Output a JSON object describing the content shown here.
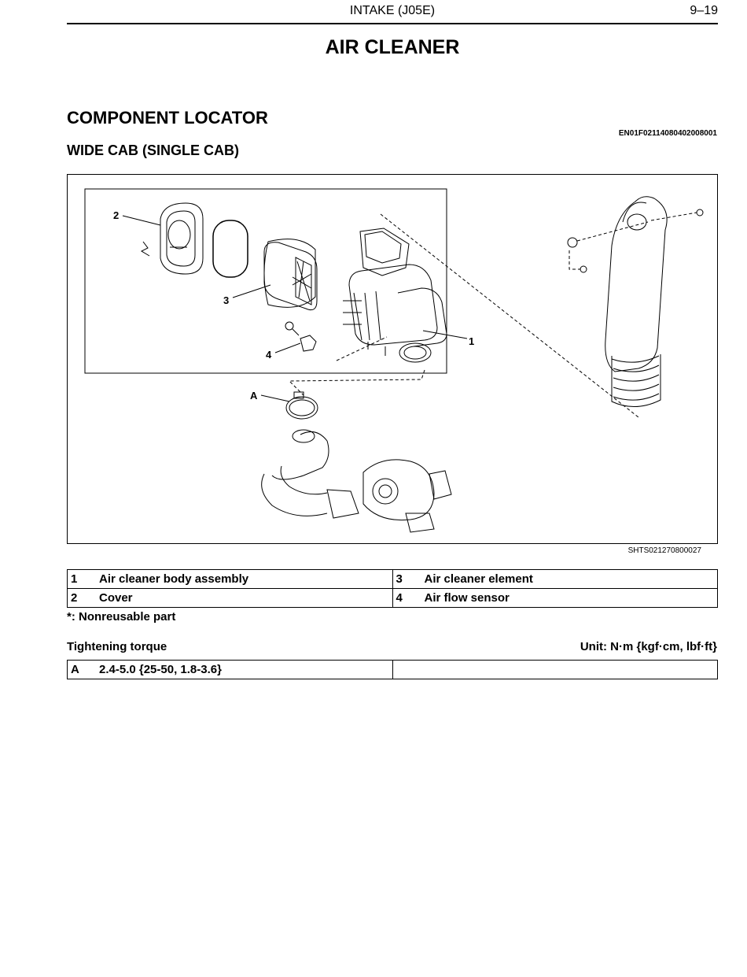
{
  "header": {
    "section": "INTAKE (J05E)",
    "page": "9–19"
  },
  "title": "AIR CLEANER",
  "section_title": "COMPONENT LOCATOR",
  "doc_id": "EN01F02114080402008001",
  "subsection": "WIDE CAB (SINGLE CAB)",
  "figure": {
    "callouts": [
      "1",
      "2",
      "3",
      "4",
      "A"
    ],
    "figure_id": "SHTS021270800027"
  },
  "parts_table": [
    [
      {
        "num": "1",
        "label": "Air cleaner body assembly"
      },
      {
        "num": "3",
        "label": "Air cleaner element"
      }
    ],
    [
      {
        "num": "2",
        "label": "Cover"
      },
      {
        "num": "4",
        "label": "Air flow sensor"
      }
    ]
  ],
  "note": "*: Nonreusable part",
  "torque": {
    "label": "Tightening torque",
    "unit": "Unit: N·m {kgf·cm, lbf·ft}",
    "rows": [
      {
        "key": "A",
        "value": "2.4-5.0 {25-50, 1.8-3.6}"
      }
    ]
  }
}
